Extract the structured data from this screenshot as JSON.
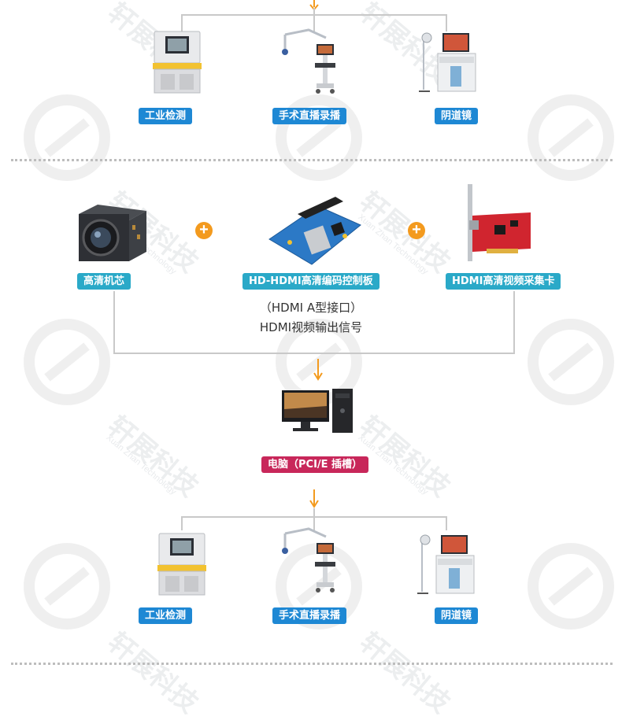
{
  "top_devices": {
    "labels": [
      "工业检测",
      "手术直播录播",
      "阴道镜"
    ]
  },
  "components": {
    "camera_label": "高清机芯",
    "board_label": "HD-HDMI高清编码控制板",
    "capture_label": "HDMI高清视频采集卡"
  },
  "interface_note": {
    "line1": "（HDMI A型接口）",
    "line2": "HDMI视频输出信号"
  },
  "computer": {
    "label": "电脑（PCI/E  插槽）"
  },
  "bottom_devices": {
    "labels": [
      "工业检测",
      "手术直播录播",
      "阴道镜"
    ]
  },
  "watermark": {
    "brand": "轩展科技",
    "brand_en": "Xuan Zhan Technology"
  },
  "colors": {
    "device_label": "#1e88d4",
    "component_label": "#2aa9c8",
    "computer_label": "#c8275a",
    "arrow": "#f39a1e",
    "plus": "#f39a1e",
    "connector_line": "#c9c9c9"
  },
  "icons": [
    "aoi-machine-icon",
    "surgical-camera-cart-icon",
    "colposcope-cart-icon",
    "camera-module-icon",
    "encoder-board-icon",
    "capture-card-icon",
    "desktop-computer-icon",
    "plus-icon",
    "arrow-down-icon"
  ]
}
